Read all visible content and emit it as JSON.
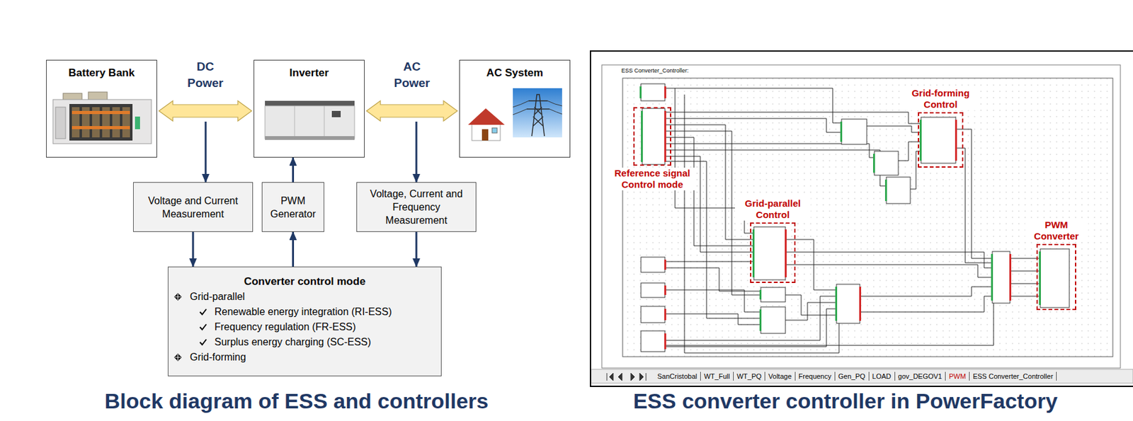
{
  "diagram": {
    "nodes": [
      {
        "text": [
          "Battery Bank"
        ]
      },
      {
        "text": [
          "Inverter"
        ]
      },
      {
        "text": [
          "AC System"
        ]
      },
      {
        "text": [
          "Voltage and Current Measurement"
        ]
      },
      {
        "text": [
          "PWM Generator"
        ]
      },
      {
        "text": [
          "Voltage, Current and Frequency Measurement"
        ]
      },
      {
        "text": [
          "Converter control mode",
          "Grid-parallel",
          "Renewable energy integration (RI-ESS)",
          "Frequency regulation (FR-ESS)",
          "Surplus energy charging (SC-ESS)",
          "Grid-forming"
        ]
      },
      {
        "text": [
          "ESS Converter_Controller:"
        ]
      },
      {
        "text": [
          "Grid-forming Control"
        ],
        "in": 7
      },
      {
        "text": [
          "Reference signal Control mode"
        ],
        "in": 7
      },
      {
        "text": [
          "Grid-parallel Control"
        ],
        "in": 7
      },
      {
        "text": [
          "PWM Converter"
        ],
        "in": 7
      }
    ],
    "edges": [
      {
        "from": 0,
        "to": 1,
        "label": "DC Power",
        "arrow": "both"
      },
      {
        "from": 1,
        "to": 2,
        "label": "AC Power",
        "arrow": "both"
      },
      {
        "from": 4,
        "to": 1,
        "arrow": "to"
      },
      {
        "from": 3,
        "to": 6,
        "arrow": "to"
      },
      {
        "from": 6,
        "to": 4,
        "arrow": "to"
      },
      {
        "from": 5,
        "to": 6,
        "arrow": "to"
      }
    ],
    "labels": [
      "Block diagram of ESS and controllers",
      "ESS converter controller in PowerFactory",
      "SanCristobal",
      "WT_Full",
      "WT_PQ",
      "Voltage",
      "Frequency",
      "Gen_PQ",
      "LOAD",
      "gov_DEGOV1",
      "PWM",
      "ESS Converter_Controller"
    ]
  }
}
